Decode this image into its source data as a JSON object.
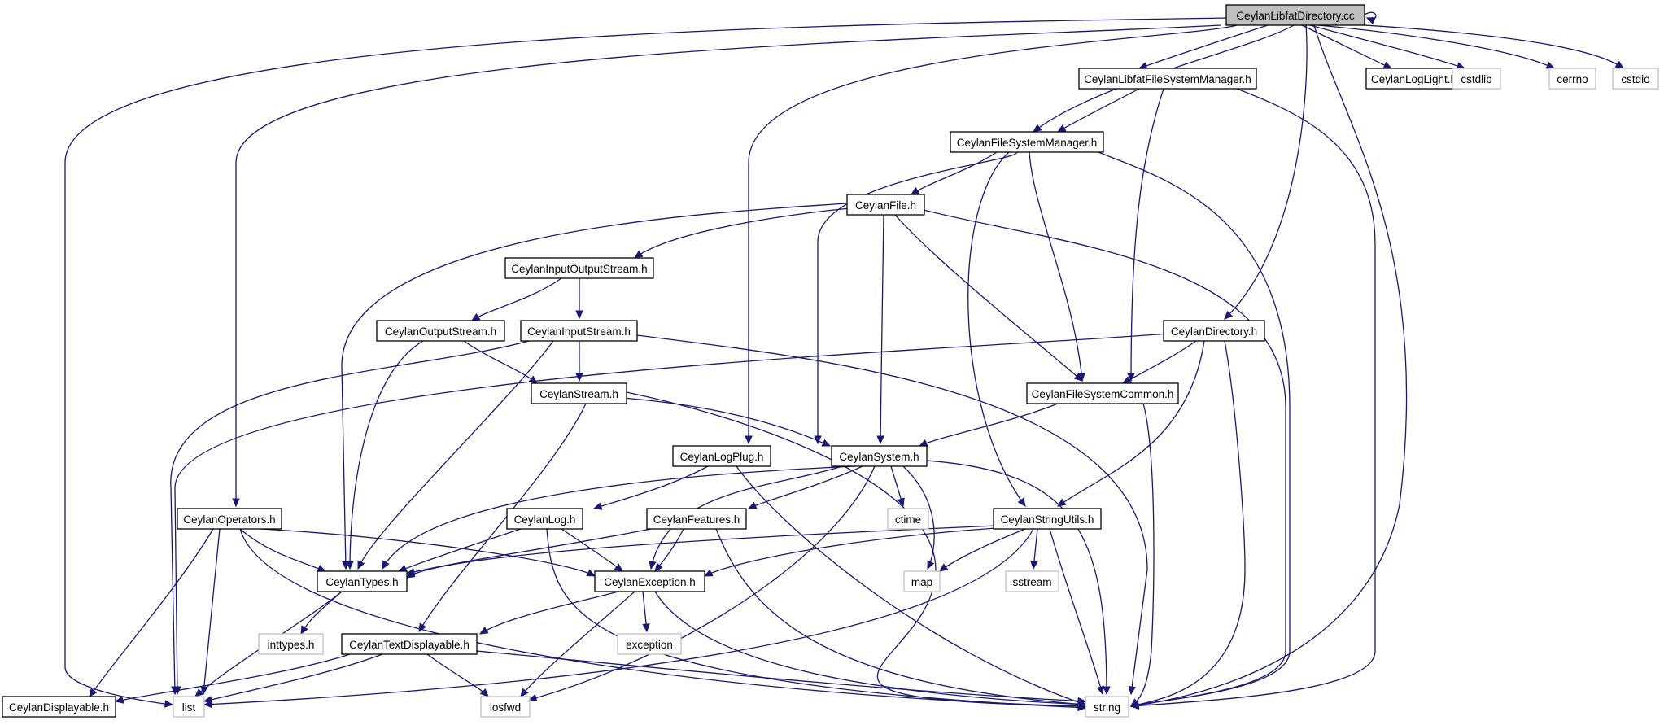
{
  "colors": {
    "edge": "#191970",
    "root_fill": "#bfbfbf",
    "node_border": "#000000",
    "external_border": "#bfbfbf",
    "background": "#ffffff"
  },
  "nodes": [
    {
      "id": "root",
      "label": "CeylanLibfatDirectory.cc",
      "kind": "root"
    },
    {
      "id": "libfatfsm",
      "label": "CeylanLibfatFileSystemManager.h",
      "kind": "header"
    },
    {
      "id": "loglight",
      "label": "CeylanLogLight.h",
      "kind": "header"
    },
    {
      "id": "cstdlib",
      "label": "cstdlib",
      "kind": "external"
    },
    {
      "id": "cerrno",
      "label": "cerrno",
      "kind": "external"
    },
    {
      "id": "cstdio",
      "label": "cstdio",
      "kind": "external"
    },
    {
      "id": "fsm",
      "label": "CeylanFileSystemManager.h",
      "kind": "header"
    },
    {
      "id": "file",
      "label": "CeylanFile.h",
      "kind": "header"
    },
    {
      "id": "ios",
      "label": "CeylanInputOutputStream.h",
      "kind": "header"
    },
    {
      "id": "outs",
      "label": "CeylanOutputStream.h",
      "kind": "header"
    },
    {
      "id": "ins",
      "label": "CeylanInputStream.h",
      "kind": "header"
    },
    {
      "id": "dir",
      "label": "CeylanDirectory.h",
      "kind": "header"
    },
    {
      "id": "stream",
      "label": "CeylanStream.h",
      "kind": "header"
    },
    {
      "id": "fscommon",
      "label": "CeylanFileSystemCommon.h",
      "kind": "header"
    },
    {
      "id": "logplug",
      "label": "CeylanLogPlug.h",
      "kind": "header"
    },
    {
      "id": "system",
      "label": "CeylanSystem.h",
      "kind": "header"
    },
    {
      "id": "ctime",
      "label": "ctime",
      "kind": "external"
    },
    {
      "id": "operators",
      "label": "CeylanOperators.h",
      "kind": "header"
    },
    {
      "id": "log",
      "label": "CeylanLog.h",
      "kind": "header"
    },
    {
      "id": "features",
      "label": "CeylanFeatures.h",
      "kind": "header"
    },
    {
      "id": "strutils",
      "label": "CeylanStringUtils.h",
      "kind": "header"
    },
    {
      "id": "types",
      "label": "CeylanTypes.h",
      "kind": "header"
    },
    {
      "id": "exception",
      "label": "CeylanException.h",
      "kind": "header"
    },
    {
      "id": "map",
      "label": "map",
      "kind": "external"
    },
    {
      "id": "sstream",
      "label": "sstream",
      "kind": "external"
    },
    {
      "id": "inttypes",
      "label": "inttypes.h",
      "kind": "external"
    },
    {
      "id": "stdexception",
      "label": "exception",
      "kind": "external"
    },
    {
      "id": "textdisp",
      "label": "CeylanTextDisplayable.h",
      "kind": "header"
    },
    {
      "id": "displayable",
      "label": "CeylanDisplayable.h",
      "kind": "header"
    },
    {
      "id": "list",
      "label": "list",
      "kind": "external"
    },
    {
      "id": "iosfwd",
      "label": "iosfwd",
      "kind": "external"
    },
    {
      "id": "string",
      "label": "string",
      "kind": "external"
    }
  ]
}
